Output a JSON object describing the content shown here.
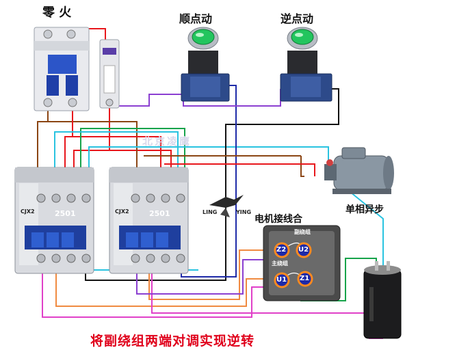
{
  "labels": {
    "neutral_live": "零 火",
    "forward_jog": "顺点动",
    "reverse_jog": "逆点动",
    "motor_type": "单相异步",
    "motor_terminal": "电机接线合",
    "main_caption": "将副绕组两端对调实现逆转",
    "watermark": "北京凌鹰",
    "brand_left": "LING",
    "brand_right": "YING",
    "contactor_model": "2501",
    "contactor_series": "CJX2",
    "aux_winding": "副绕组",
    "main_winding": "主绕组",
    "term_z2": "Z2",
    "term_u2": "U2",
    "term_u1": "U1",
    "term_z1": "Z1"
  },
  "colors": {
    "title_red": "#e0001b",
    "wire_red": "#e8161b",
    "wire_brown": "#8b4513",
    "wire_green": "#16a34a",
    "wire_cyan": "#29c3e0",
    "wire_purple": "#8b3fd1",
    "wire_magenta": "#e040c8",
    "wire_orange": "#f08a40",
    "wire_black": "#111111",
    "wire_navy": "#1e2aa8",
    "button_green": "#22c55e"
  },
  "icons": [
    "circuit-breaker-icon",
    "fuse-icon",
    "push-button-icon",
    "contactor-icon",
    "motor-icon",
    "capacitor-icon",
    "eagle-logo-icon"
  ]
}
